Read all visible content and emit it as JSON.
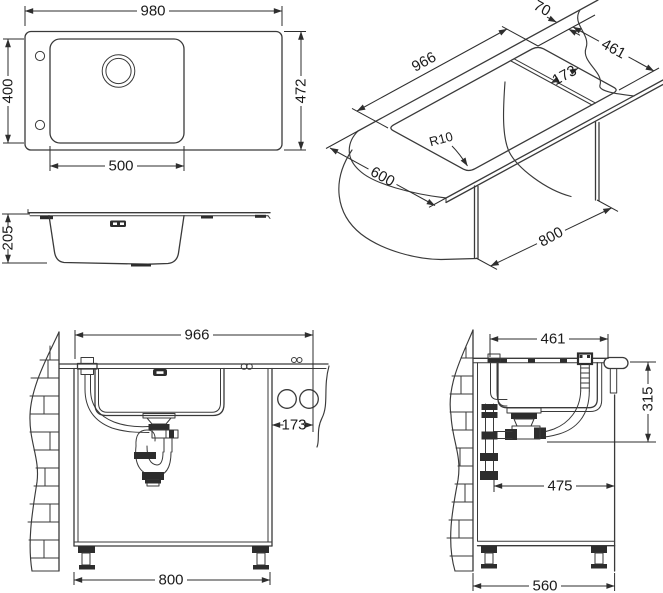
{
  "drawing": {
    "type": "technical-drawing",
    "subject": "kitchen sink with drainer - installation dimensions",
    "units": "mm",
    "line_color": "#3a3a3a",
    "dims": {
      "top": {
        "overall_length": "980",
        "overall_depth": "472",
        "bowl_depth": "400",
        "bowl_length": "500"
      },
      "iso": {
        "edge_offset": "70",
        "cutout_depth": "461",
        "cutout_length": "966",
        "ledge_width": "173",
        "corner_radius": "R10",
        "counter_depth": "600",
        "cabinet_width": "800"
      },
      "profile": {
        "depth": "205"
      },
      "front": {
        "cutout_length": "966",
        "side_offset": "173",
        "cabinet_width": "800"
      },
      "side": {
        "cutout_depth": "461",
        "drain_height": "315",
        "clearance": "475",
        "cabinet_depth": "560"
      }
    }
  }
}
